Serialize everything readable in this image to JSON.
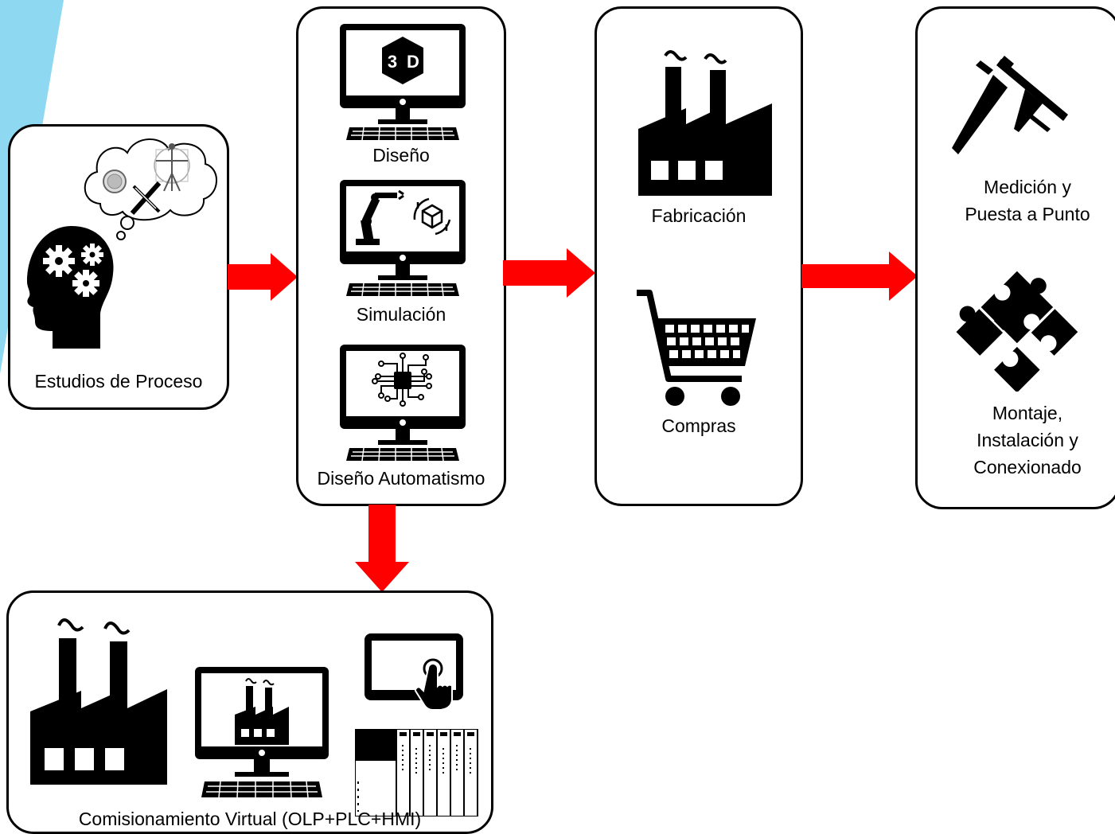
{
  "colors": {
    "arrow": "#ff0000",
    "accent": "#8fd8f2",
    "stroke": "#000000"
  },
  "stages": {
    "estudios": {
      "label": "Estudios de Proceso",
      "icons": [
        "head-gears-icon",
        "thought-cloud-icon"
      ]
    },
    "ingenieria": {
      "items": [
        {
          "label": "Diseño",
          "icon": "monitor-3d-icon"
        },
        {
          "label": "Simulación",
          "icon": "monitor-robot-icon"
        },
        {
          "label": "Diseño Automatismo",
          "icon": "monitor-circuit-icon"
        }
      ]
    },
    "produccion": {
      "items": [
        {
          "label": "Fabricación",
          "icon": "factory-icon"
        },
        {
          "label": "Compras",
          "icon": "shopping-cart-icon"
        }
      ]
    },
    "instalacion": {
      "items": [
        {
          "label_lines": [
            "Medición y",
            "Puesta a Punto"
          ],
          "icon": "caliper-icon"
        },
        {
          "label_lines": [
            "Montaje,",
            "Instalación y",
            "Conexionado"
          ],
          "icon": "puzzle-icon"
        }
      ]
    },
    "comisionamiento": {
      "label": "Comisionamiento Virtual (OLP+PLC+HMI)",
      "icons": [
        "factory-icon",
        "monitor-factory-icon",
        "touch-tablet-icon",
        "plc-icon"
      ]
    }
  }
}
